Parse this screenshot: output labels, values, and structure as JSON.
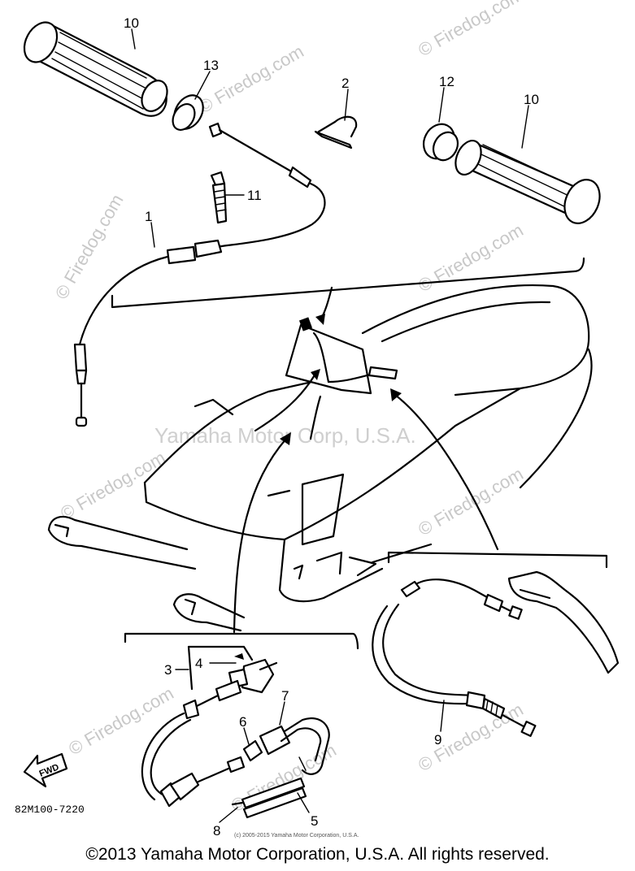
{
  "callouts": {
    "c1": "1",
    "c2": "2",
    "c3": "3",
    "c4": "4",
    "c5": "5",
    "c6": "6",
    "c7": "7",
    "c8": "8",
    "c9": "9",
    "c10a": "10",
    "c10b": "10",
    "c11": "11",
    "c12": "12",
    "c13": "13"
  },
  "watermarks": {
    "w1": "© Firedog.com",
    "w2": "© Firedog.com",
    "w3": "© Firedog.com",
    "w4": "© Firedog.com",
    "w5": "© Firedog.com",
    "w6": "© Firedog.com",
    "w7": "© Firedog.com",
    "w8": "© Firedog.com",
    "w9": "© Firedog.com",
    "center": "Yamaha Motor Corp, U.S.A."
  },
  "part_code": "82M100-7220",
  "fwd_label": "FWD",
  "tiny_copyright": "(c) 2005-2015 Yamaha Motor Corporation, U.S.A.",
  "footer": "©2013 Yamaha Motor Corporation, U.S.A. All rights reserved."
}
